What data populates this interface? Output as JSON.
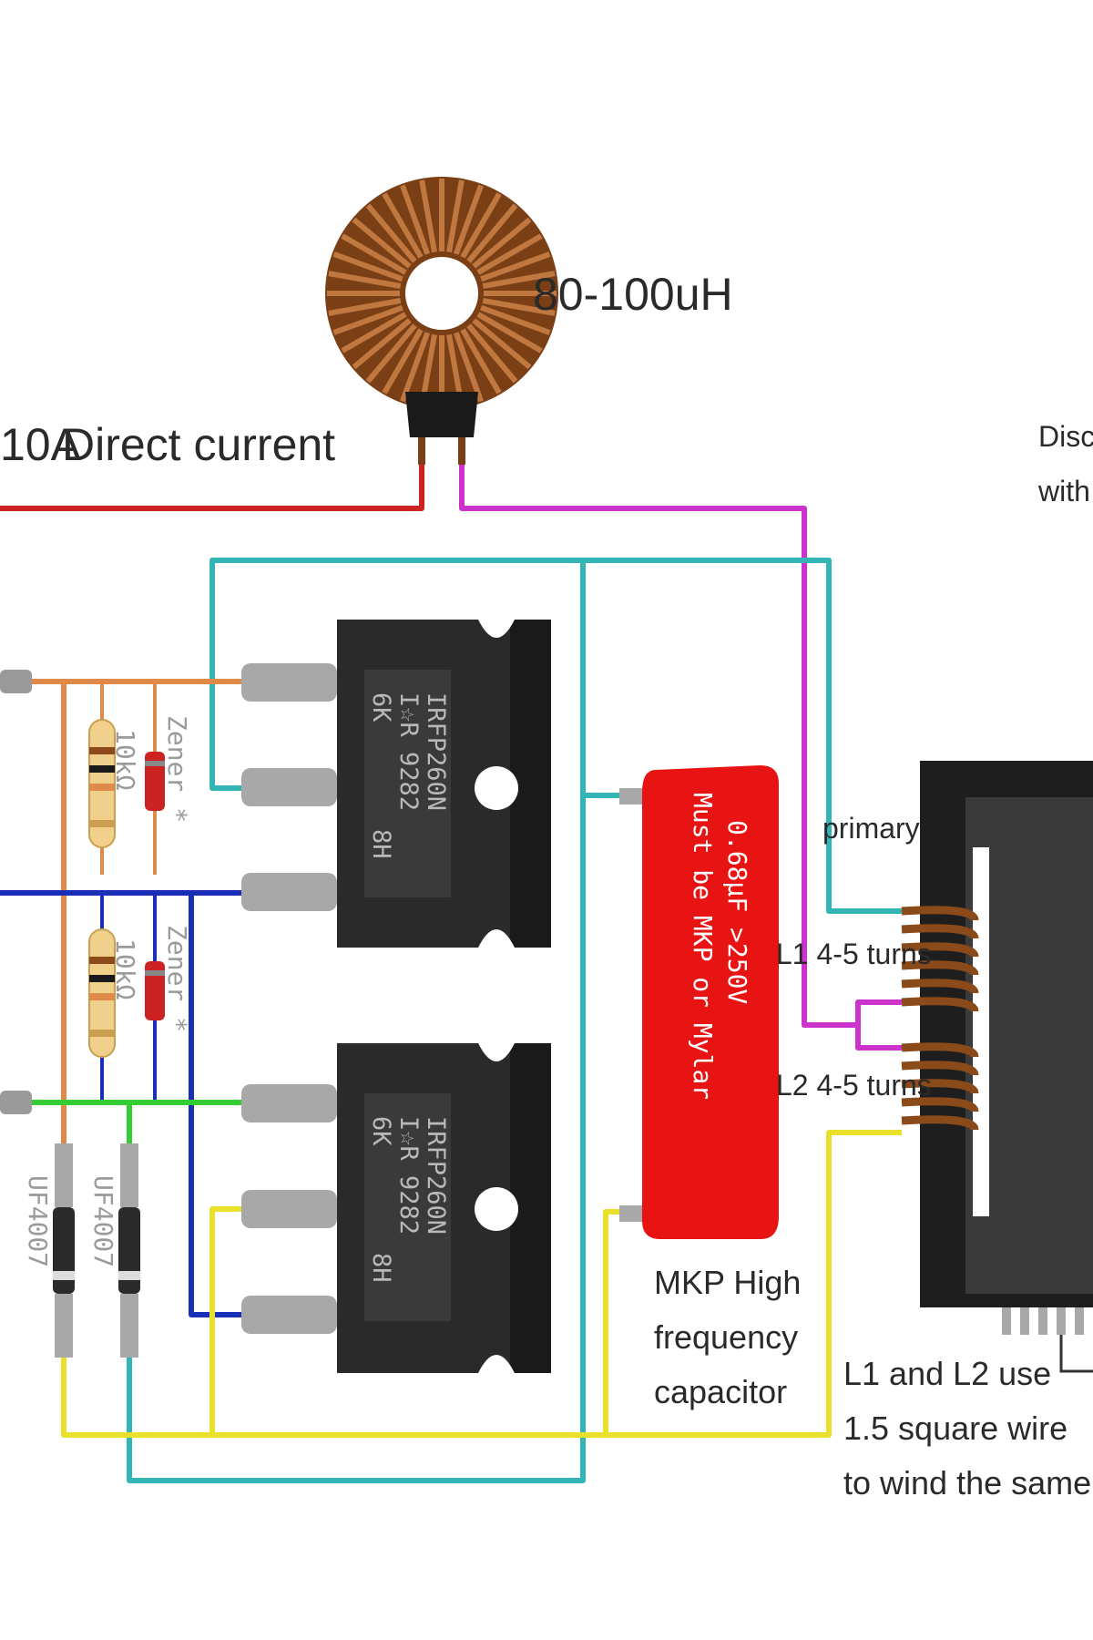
{
  "inductor": {
    "value_label": "80-100uH"
  },
  "supply": {
    "current_label": "10A",
    "type_label": "Direct current"
  },
  "mosfets": [
    {
      "line1": "IRFP260N",
      "line2": "I☆R 9282",
      "line3": "6K",
      "line4": "8H"
    },
    {
      "line1": "IRFP260N",
      "line2": "I☆R 9282",
      "line3": "6K",
      "line4": "8H"
    }
  ],
  "resistors": [
    {
      "value": "10kΩ"
    },
    {
      "value": "10kΩ"
    }
  ],
  "zeners": [
    {
      "label": "Zener *"
    },
    {
      "label": "Zener *"
    }
  ],
  "diodes": [
    {
      "label": "UF4007"
    },
    {
      "label": "UF4007"
    }
  ],
  "capacitor": {
    "value_line": "0.68μF  >250V",
    "spec_line": "Must be MKP or Mylar",
    "caption": [
      "MKP High",
      "frequency",
      "capacitor"
    ]
  },
  "transformer": {
    "primary_label": "primary",
    "l1_label": "L1 4-5 turns",
    "l2_label": "L2 4-5 turns",
    "note": [
      "L1 and L2 use",
      "1.5 square wire",
      "to wind the same di"
    ],
    "corner_note": [
      "Discl",
      "with"
    ]
  },
  "wire_colors": {
    "red": "#cc2222",
    "magenta": "#cc33cc",
    "cyan": "#33b5b5",
    "orange": "#e08a4a",
    "blue": "#1a2fb8",
    "green": "#33cc33",
    "yellow": "#e8e02a",
    "copper": "#8a4a1a"
  }
}
